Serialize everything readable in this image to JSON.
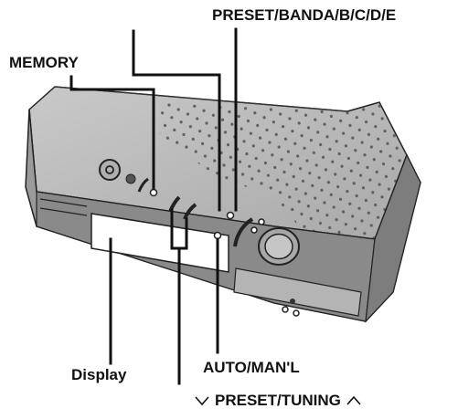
{
  "labels": {
    "preset_band": "PRESET/BANDA/B/C/D/E",
    "memory": "MEMORY",
    "auto_manual": "AUTO/MAN'L",
    "display": "Display",
    "preset_tuning": "PRESET/TUNING"
  },
  "icons": {
    "tuning_down": "chevron-down-icon",
    "tuning_up": "chevron-up-icon"
  },
  "colors": {
    "ink": "#111111",
    "device_top": "#b5b5b5",
    "device_side": "#8f8f8f",
    "display_window": "#ffffff"
  }
}
